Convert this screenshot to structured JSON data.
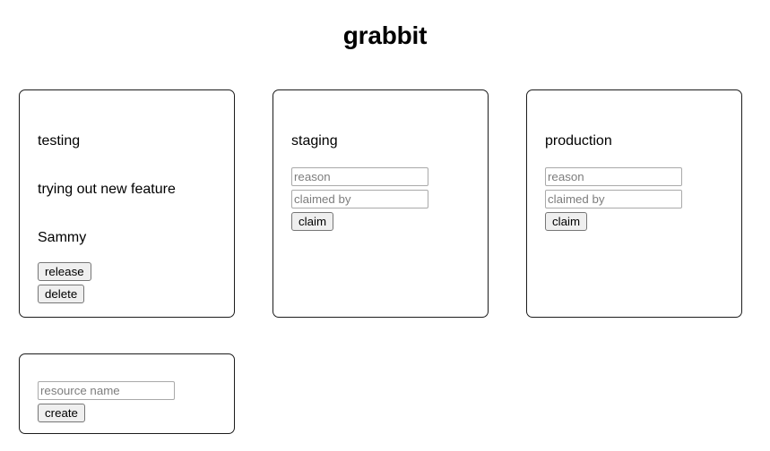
{
  "app": {
    "title": "grabbit"
  },
  "resources": [
    {
      "name": "testing",
      "claimed": true,
      "reason": "trying out new feature",
      "claimed_by": "Sammy",
      "actions": [
        {
          "label": "release",
          "key": "release"
        },
        {
          "label": "delete",
          "key": "delete"
        }
      ]
    },
    {
      "name": "staging",
      "claimed": false,
      "reason_placeholder": "reason",
      "claimed_by_placeholder": "claimed by",
      "claim_label": "claim"
    },
    {
      "name": "production",
      "claimed": false,
      "reason_placeholder": "reason",
      "claimed_by_placeholder": "claimed by",
      "claim_label": "claim"
    }
  ],
  "create_form": {
    "resource_name_placeholder": "resource name",
    "resource_name_value": "",
    "create_label": "create"
  },
  "colors": {
    "background": "#ffffff",
    "text": "#000000",
    "card_border": "#1c1c1c",
    "input_border": "#a9a9a9",
    "placeholder": "#7d7d7d",
    "button_face": "#efefef",
    "button_border": "#767676"
  }
}
